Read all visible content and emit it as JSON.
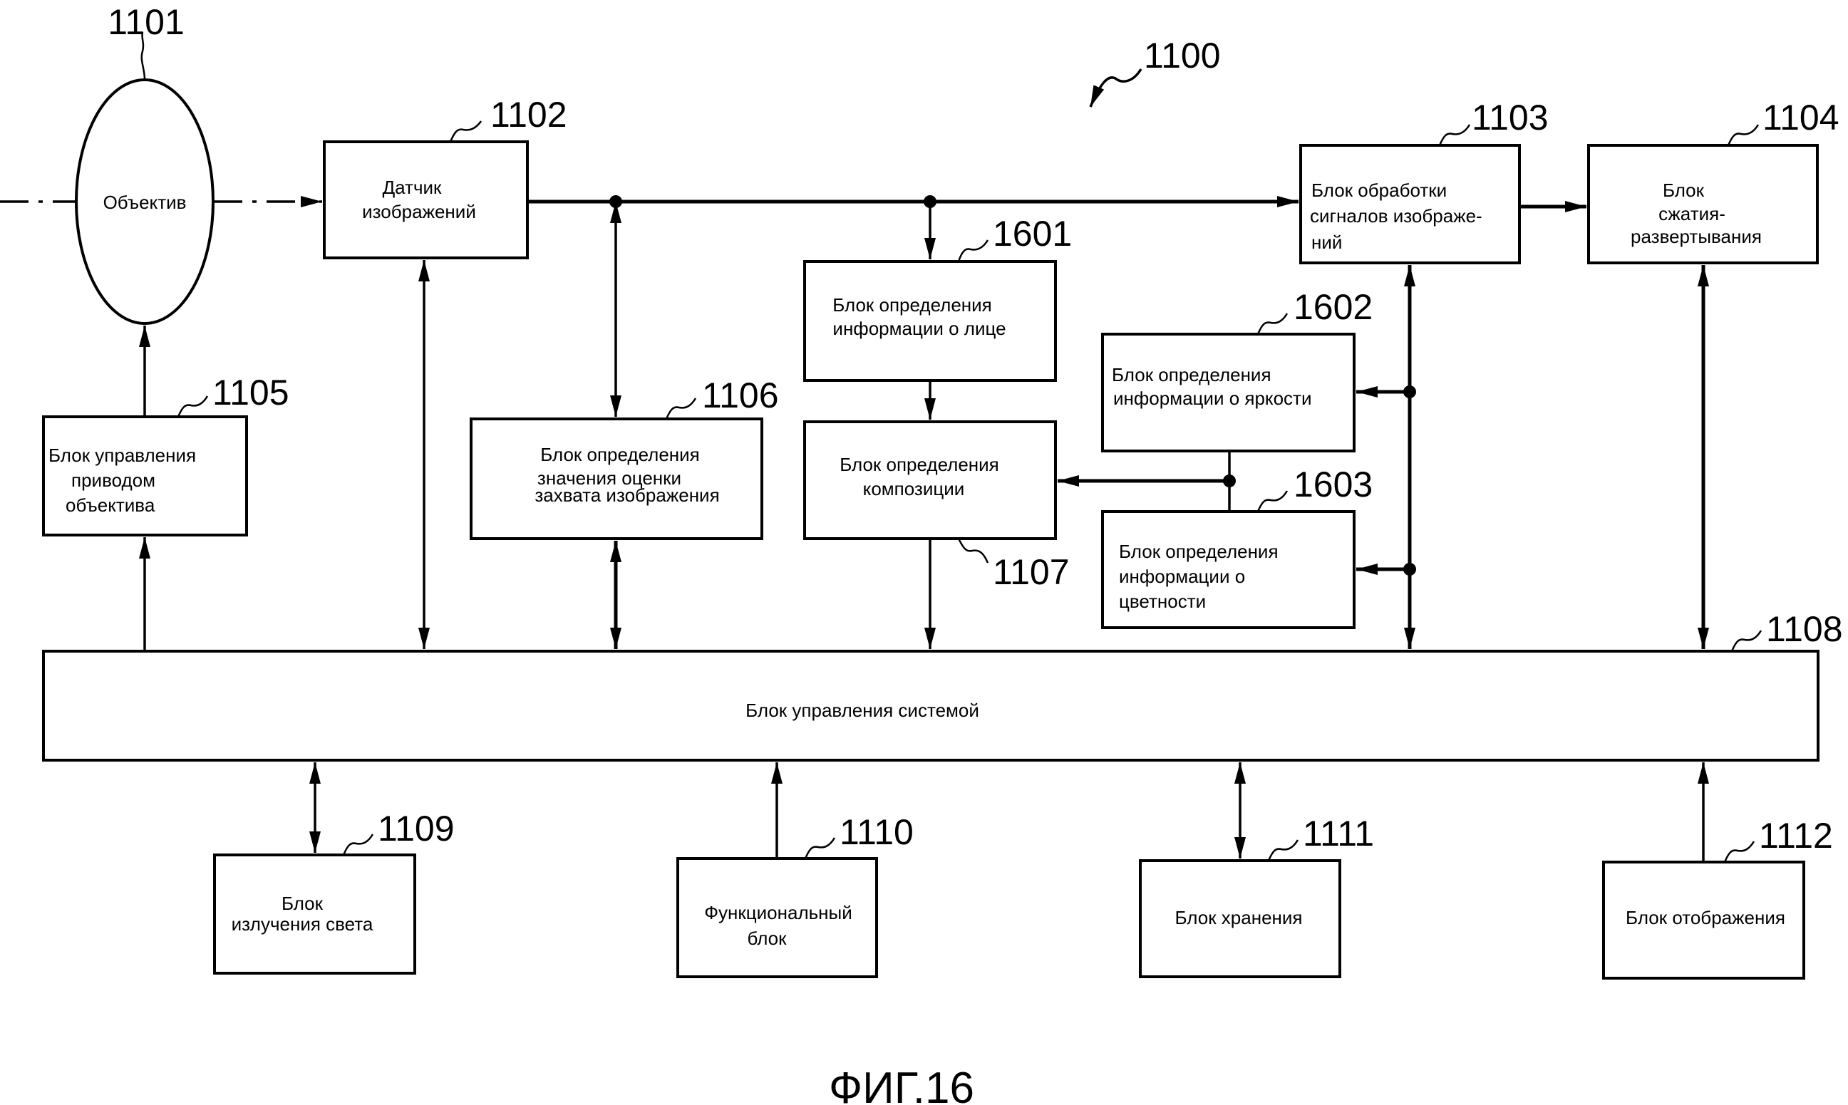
{
  "figure": {
    "system_ref": "1100",
    "caption": "ФИГ.16"
  },
  "blocks": {
    "lens": {
      "ref": "1101",
      "lines": [
        "Объектив"
      ]
    },
    "image_sensor": {
      "ref": "1102",
      "lines": [
        "Датчик",
        "изображений"
      ]
    },
    "image_signal_processing": {
      "ref": "1103",
      "lines": [
        "Блок обработки",
        "сигналов изображе-",
        "ний"
      ]
    },
    "compression": {
      "ref": "1104",
      "lines": [
        "Блок",
        "сжатия-",
        "развертывания"
      ]
    },
    "lens_drive_control": {
      "ref": "1105",
      "lines": [
        "Блок управления",
        "приводом",
        "объектива"
      ]
    },
    "capture_evaluation": {
      "ref": "1106",
      "lines": [
        "Блок определения",
        "значения оценки",
        "захвата изображения"
      ]
    },
    "composition": {
      "ref": "1107",
      "lines": [
        "Блок определения",
        "композиции"
      ]
    },
    "system_control": {
      "ref": "1108",
      "lines": [
        "Блок управления системой"
      ]
    },
    "light_emission": {
      "ref": "1109",
      "lines": [
        "Блок",
        "излучения света"
      ]
    },
    "functional": {
      "ref": "1110",
      "lines": [
        "Функциональный",
        "блок"
      ]
    },
    "storage": {
      "ref": "1111",
      "lines": [
        "Блок хранения"
      ]
    },
    "display": {
      "ref": "1112",
      "lines": [
        "Блок отображения"
      ]
    },
    "face_info": {
      "ref": "1601",
      "lines": [
        "Блок определения",
        "информации о лице"
      ]
    },
    "brightness_info": {
      "ref": "1602",
      "lines": [
        "Блок определения",
        "информации о яркости"
      ]
    },
    "color_info": {
      "ref": "1603",
      "lines": [
        "Блок определения",
        "информации о",
        "цветности"
      ]
    }
  }
}
